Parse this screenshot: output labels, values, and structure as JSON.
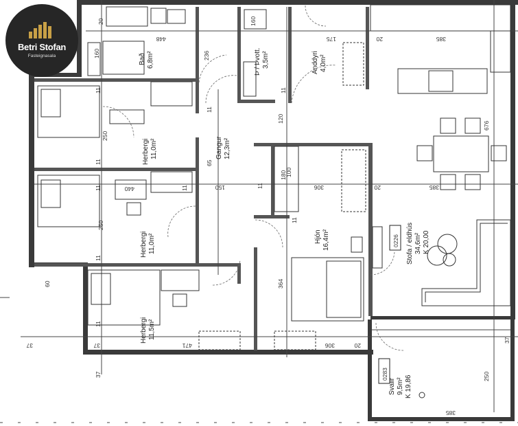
{
  "logo": {
    "name": "Betri Stofan",
    "subtitle": "Fasteignasala"
  },
  "rooms": {
    "bad": {
      "name": "Bað",
      "area": "6,8m²"
    },
    "thvottur": {
      "name": "Þ / Þvott.",
      "area": "3,5m²"
    },
    "anddyri": {
      "name": "Anddyri",
      "area": "4,0m²"
    },
    "herbergi1": {
      "name": "Herbergi",
      "area": "11,0m²"
    },
    "herbergi2": {
      "name": "Herbergi",
      "area": "11,0m²"
    },
    "herbergi3": {
      "name": "Herbergi",
      "area": "11,5m²"
    },
    "gangur": {
      "name": "Gangur",
      "area": "12,3m²"
    },
    "hjon": {
      "name": "Hjón",
      "area": "16,4m²"
    },
    "stofa": {
      "name": "Stofa / eldhús",
      "area": "34,6m²",
      "height": "K 20,00"
    },
    "svalir": {
      "name": "Svalir",
      "area": "9,5m²",
      "height": "K 19,86"
    }
  },
  "tags": {
    "stofa_code": "0226",
    "svalir_code": "0283"
  },
  "dimensions": {
    "top_385": "385",
    "top_448": "448",
    "top_175": "175",
    "v_236": "236",
    "v_120": "120",
    "v_676": "676",
    "v_250a": "250",
    "v_65": "65",
    "h_100": "100",
    "h_150": "150",
    "h_385": "385",
    "h_306a": "306",
    "v_250b": "250",
    "v_364": "364",
    "b_471": "471",
    "b_306": "306",
    "v_250c": "250",
    "b_385": "385",
    "h_440": "440",
    "h_60": "60",
    "h_37a": "37",
    "h_37b": "37",
    "h_20a": "20",
    "h_20b": "20",
    "h_20c": "20",
    "h_20d": "20",
    "v_160a": "160",
    "v_160b": "160",
    "v_180": "180",
    "v_11a": "11",
    "v_11b": "11",
    "v_11c": "11",
    "v_11d": "11",
    "v_11e": "11",
    "v_11f": "11",
    "v_11g": "11",
    "v_11h": "11",
    "v_11i": "11",
    "v_11j": "11",
    "v_37c": "37",
    "v_37d": "37"
  }
}
